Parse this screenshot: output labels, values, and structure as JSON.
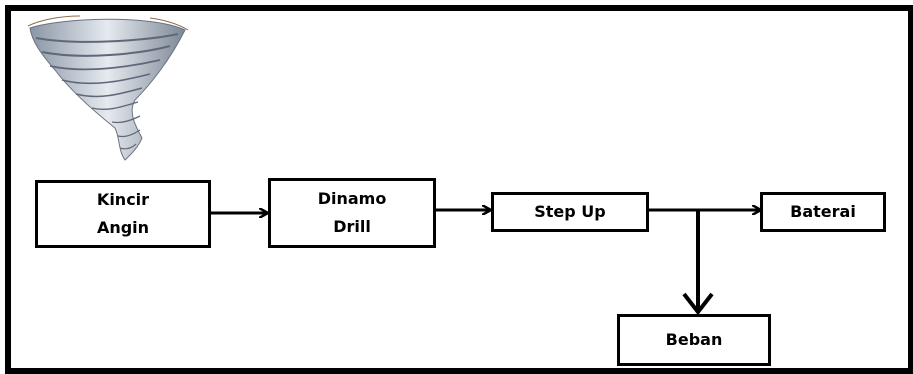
{
  "diagram": {
    "nodes": {
      "kincir": {
        "line1": "Kincir",
        "line2": "Angin"
      },
      "dinamo": {
        "line1": "Dinamo",
        "line2": "Drill"
      },
      "stepup": {
        "label": "Step Up"
      },
      "baterai": {
        "label": "Baterai"
      },
      "beban": {
        "label": "Beban"
      }
    },
    "edges": [
      {
        "from": "kincir",
        "to": "dinamo"
      },
      {
        "from": "dinamo",
        "to": "stepup"
      },
      {
        "from": "stepup",
        "to": "baterai"
      },
      {
        "from": "stepup",
        "to": "beban"
      }
    ],
    "icon": "tornado-icon"
  }
}
